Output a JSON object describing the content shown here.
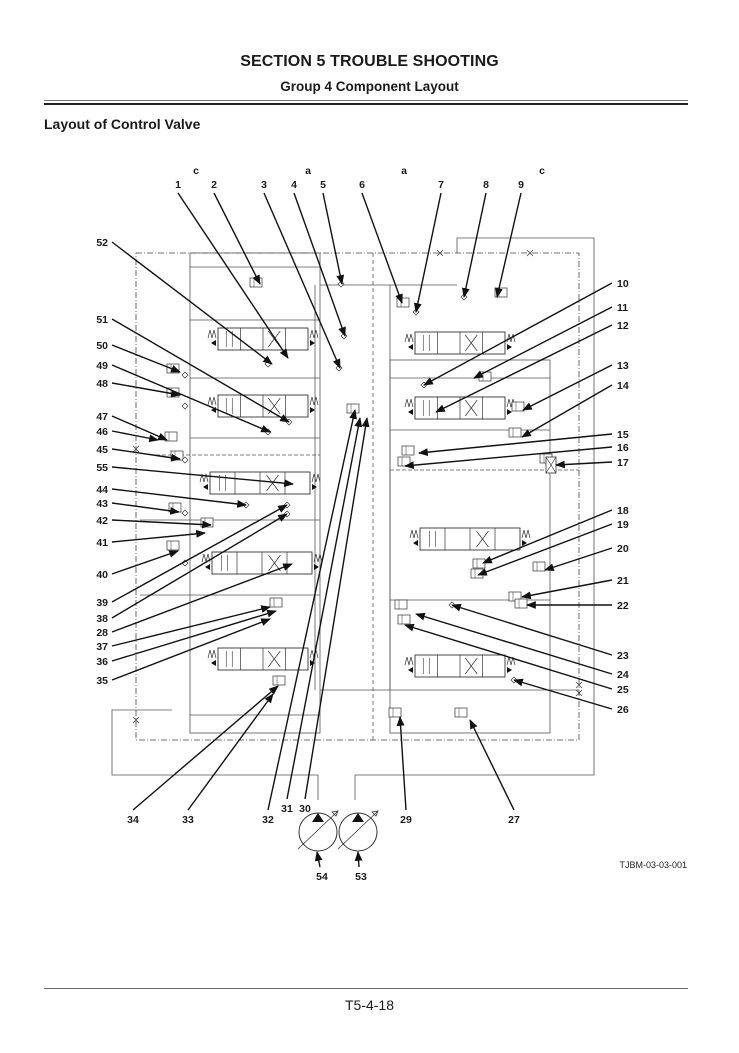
{
  "header": {
    "section_title": "SECTION 5 TROUBLE SHOOTING",
    "group_title": "Group 4 Component Layout"
  },
  "subsection_title": "Layout of Control Valve",
  "diagram": {
    "port_labels": [
      "c",
      "a",
      "a",
      "c"
    ],
    "callouts": {
      "top": [
        "1",
        "2",
        "3",
        "4",
        "5",
        "6",
        "7",
        "8",
        "9"
      ],
      "right": [
        "10",
        "11",
        "12",
        "13",
        "14",
        "15",
        "16",
        "17",
        "18",
        "19",
        "20",
        "21",
        "22",
        "23",
        "24",
        "25",
        "26"
      ],
      "bottom": [
        "34",
        "33",
        "32",
        "31",
        "30",
        "29",
        "27"
      ],
      "left": [
        "52",
        "51",
        "50",
        "49",
        "48",
        "47",
        "46",
        "45",
        "55",
        "44",
        "43",
        "42",
        "41",
        "40",
        "39",
        "38",
        "28",
        "37",
        "36",
        "35"
      ],
      "pumps": [
        "54",
        "53"
      ]
    },
    "figure_code": "TJBM-03-03-001"
  },
  "footer": {
    "page_number": "T5-4-18"
  }
}
